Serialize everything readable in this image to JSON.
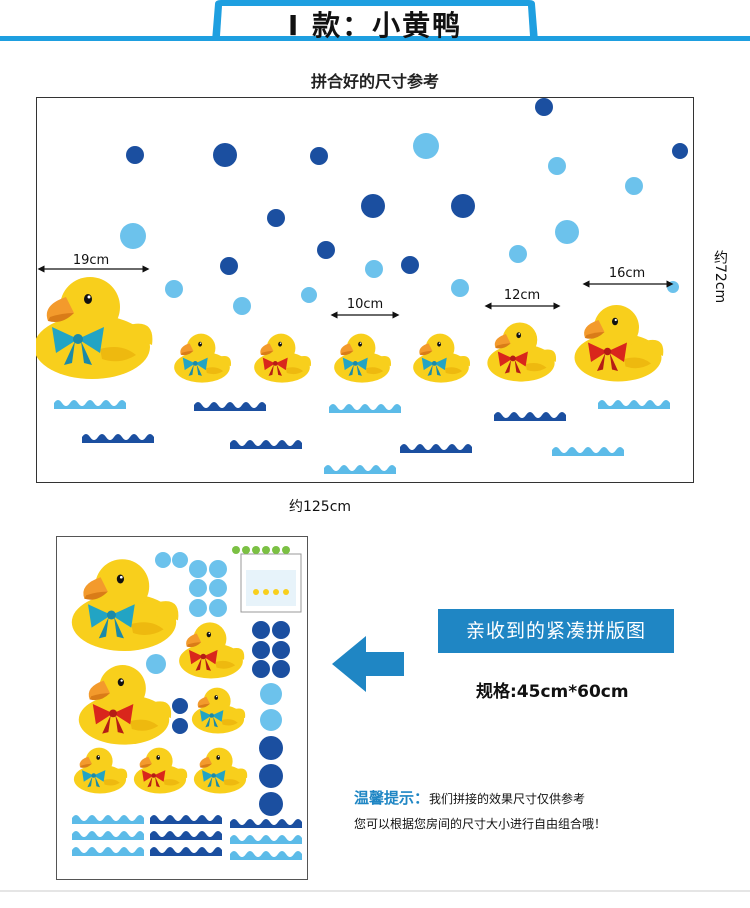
{
  "header": {
    "title": "I 款：小黄鸭",
    "accent_color": "#1e9fe0"
  },
  "assembled": {
    "caption": "拼合好的尺寸参考",
    "width_label": "约125cm",
    "height_label": "约72cm",
    "dimensions": [
      "19cm",
      "10cm",
      "12cm",
      "16cm"
    ]
  },
  "sheet": {
    "thumbnail": "product-package-thumbnail"
  },
  "arrow_icon": "left-arrow-icon",
  "received_label": "亲收到的紧凑拼版图",
  "spec_label": "规格:45cm*60cm",
  "tip": {
    "title": "温馨提示：",
    "line1": "我们拼接的效果尺寸仅供参考",
    "line2": "您可以根据您房间的尺寸大小进行自由组合哦！"
  },
  "colors": {
    "duck": "#f8cf1c",
    "beak": "#f39a2c",
    "dark_blue": "#1b4fa0",
    "light_blue": "#5cbbe8",
    "bow_red": "#d9261c",
    "bow_teal": "#22a4c4"
  }
}
